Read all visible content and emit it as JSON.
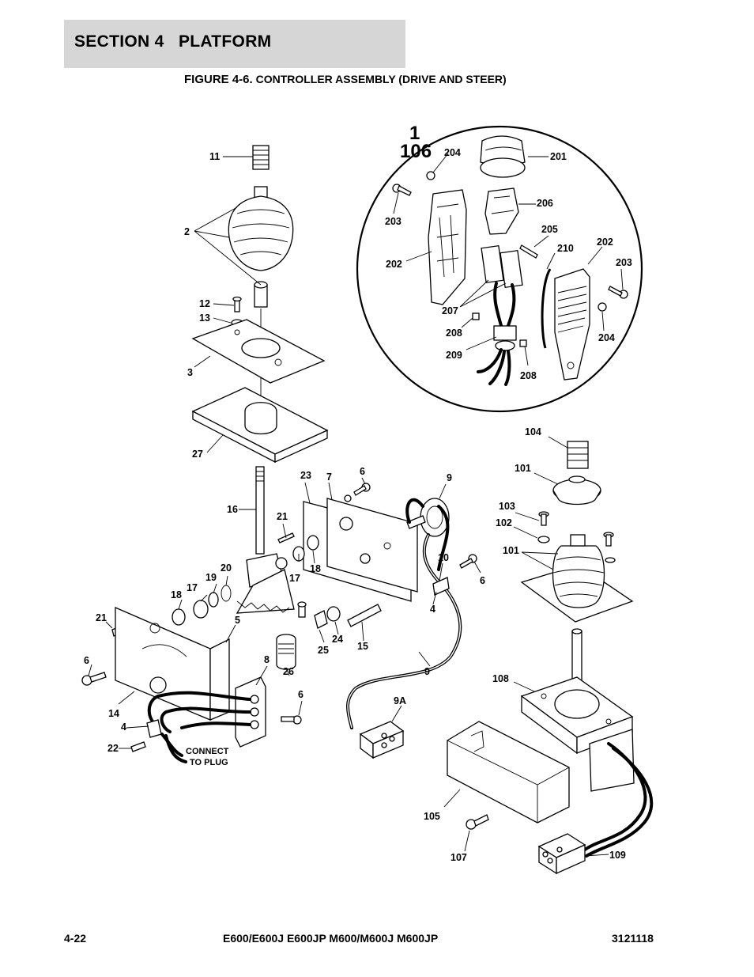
{
  "header": {
    "section_title": "SECTION 4   PLATFORM",
    "figure_number": "FIGURE 4-6.",
    "figure_caption": " CONTROLLER ASSEMBLY (DRIVE AND STEER)"
  },
  "detail": {
    "number": "1",
    "ref": "106"
  },
  "callouts": [
    "11",
    "2",
    "12",
    "13",
    "3",
    "27",
    "16",
    "23",
    "7",
    "6",
    "9",
    "21",
    "18",
    "17",
    "19",
    "20",
    "10",
    "6",
    "4",
    "18",
    "17",
    "21",
    "5",
    "6",
    "14",
    "4",
    "22",
    "8",
    "26",
    "25",
    "24",
    "15",
    "9",
    "9A",
    "6",
    "204",
    "201",
    "203",
    "206",
    "205",
    "202",
    "210",
    "202",
    "203",
    "207",
    "208",
    "209",
    "208",
    "204",
    "104",
    "101",
    "103",
    "102",
    "101",
    "108",
    "105",
    "107",
    "109"
  ],
  "note": [
    "CONNECT",
    "TO PLUG"
  ],
  "footer": {
    "page": "4-22",
    "models": "E600/E600J E600JP M600/M600J M600JP",
    "doc": "3121118"
  }
}
